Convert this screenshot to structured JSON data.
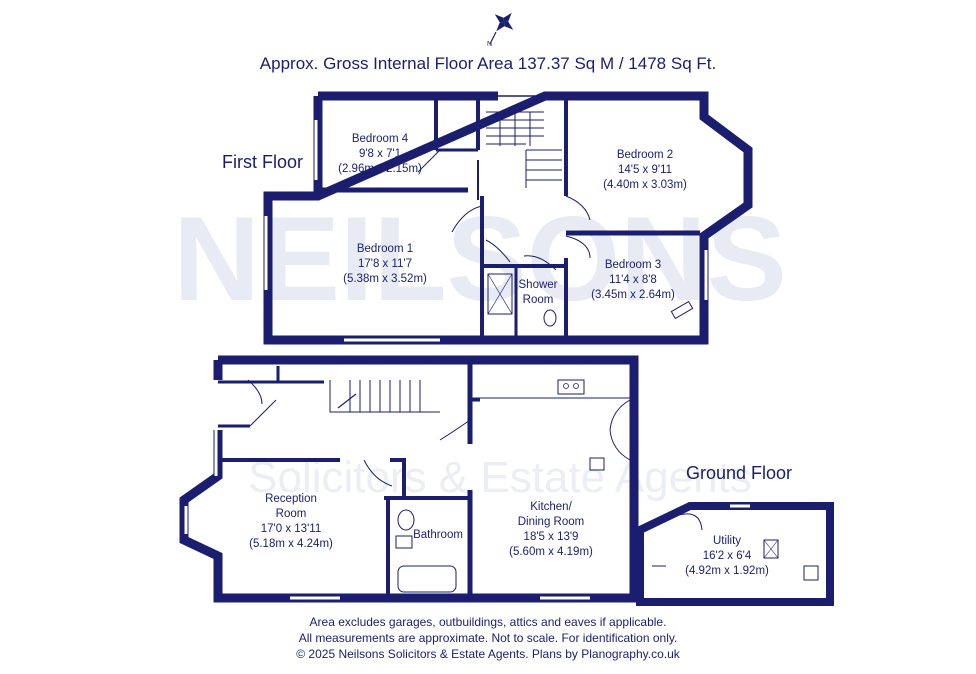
{
  "title": "Approx. Gross Internal Floor Area 137.37 Sq M / 1478 Sq Ft.",
  "floors": {
    "first": "First Floor",
    "ground": "Ground Floor"
  },
  "watermark": {
    "logo": "NEILSONS",
    "line": "Solicitors & Estate Agents"
  },
  "rooms": {
    "bedroom4": {
      "name": "Bedroom 4",
      "imperial": "9'8 x 7'1",
      "metric": "(2.96m x 2.15m)"
    },
    "bedroom2": {
      "name": "Bedroom 2",
      "imperial": "14'5 x 9'11",
      "metric": "(4.40m x 3.03m)"
    },
    "bedroom1": {
      "name": "Bedroom 1",
      "imperial": "17'8 x 11'7",
      "metric": "(5.38m x 3.52m)"
    },
    "bedroom3": {
      "name": "Bedroom 3",
      "imperial": "11'4 x 8'8",
      "metric": "(3.45m x 2.64m)"
    },
    "shower": {
      "line1": "Shower",
      "line2": "Room"
    },
    "reception": {
      "line1": "Reception",
      "line2": "Room",
      "imperial": "17'0 x 13'11",
      "metric": "(5.18m x 4.24m)"
    },
    "bathroom": {
      "name": "Bathroom"
    },
    "kitchen": {
      "line1": "Kitchen/",
      "line2": "Dining Room",
      "imperial": "18'5 x 13'9",
      "metric": "(5.60m x 4.19m)"
    },
    "utility": {
      "name": "Utility",
      "imperial": "16'2 x 6'4",
      "metric": "(4.92m x 1.92m)"
    }
  },
  "footer": {
    "line1": "Area excludes garages, outbuildings, attics and eaves if applicable.",
    "line2": "All measurements are approximate. Not to scale. For identification only.",
    "line3": "© 2025 Neilsons Solicitors & Estate Agents. Plans by Planography.co.uk"
  },
  "colors": {
    "wall": "#1b1e6e",
    "text": "#1b1e6e",
    "watermark": "#e8ebf4"
  },
  "icons": [
    "compass-icon"
  ]
}
